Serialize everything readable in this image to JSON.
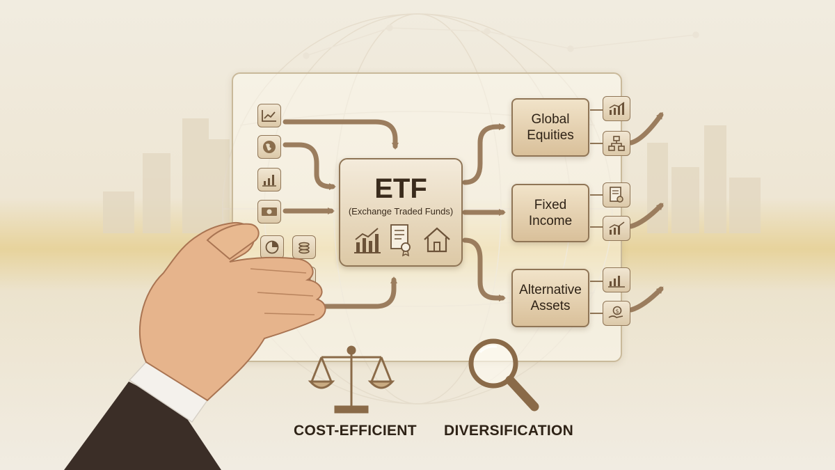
{
  "etf": {
    "title": "ETF",
    "subtitle": "(Exchange Traded Funds)"
  },
  "assets": [
    {
      "line1": "Global",
      "line2": "Equities"
    },
    {
      "line1": "Fixed",
      "line2": "Income"
    },
    {
      "line1": "Alternative",
      "line2": "Assets"
    }
  ],
  "captions": {
    "left": "COST-EFFICIENT",
    "right": "DIVERSIFICATION"
  },
  "icons": {
    "input_column": [
      "line-chart-icon",
      "globe-icon",
      "bar-chart-icon",
      "banknote-icon",
      "pie-chart-icon",
      "coin-stack-icon",
      "dollar-hand-icon",
      "pie-chart-icon",
      "trend-up-icon"
    ],
    "etf_row": [
      "bar-chart-icon",
      "certificate-icon",
      "house-icon"
    ],
    "asset_side": [
      "bar-chart-icon",
      "hierarchy-icon",
      "document-seal-icon",
      "bar-chart-icon",
      "bar-chart-icon",
      "money-hand-icon"
    ]
  },
  "colors": {
    "brown_dark": "#2e2216",
    "brown_line": "#8f7556",
    "arrow": "#9b7d5e",
    "gold_band": "#e7d39c"
  }
}
